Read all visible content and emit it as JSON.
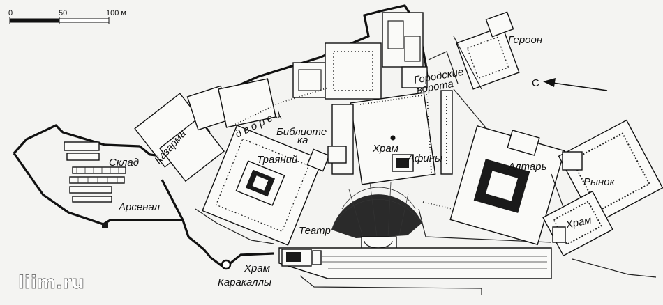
{
  "scale": {
    "ticks": [
      "0",
      "50",
      "100 м"
    ]
  },
  "north": {
    "letter": "С"
  },
  "labels": {
    "heroon": "Героон",
    "city_gates_1": "Городские",
    "city_gates_2": "ворота",
    "palace": "д в о р е ц",
    "library_1": "Библиоте",
    "library_2": "ка",
    "warehouse": "Склад",
    "barracks": "Казарма",
    "arsenal": "Арсенал",
    "trajan": "Траяний",
    "athena_1": "Храм",
    "athena_2": "Афины",
    "altar": "Алтарь",
    "market": "Рынок",
    "temple": "Храм",
    "theatre": "Театр",
    "caracalla_1": "Храм",
    "caracalla_2": "Каракаллы"
  },
  "watermark": "liim.ru"
}
